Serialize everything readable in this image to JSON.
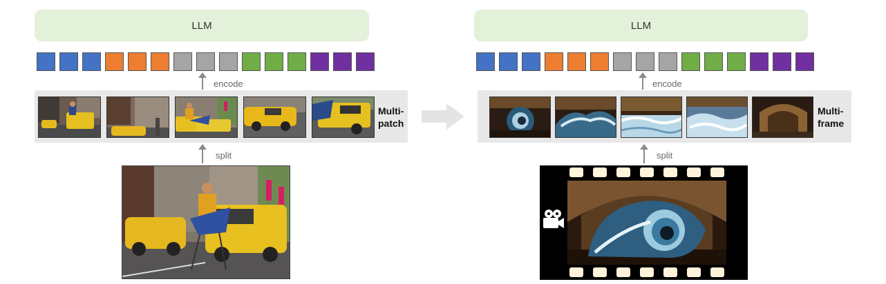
{
  "left": {
    "llm_label": "LLM",
    "encode_label": "encode",
    "split_label": "split",
    "strip_label_line1": "Multi-",
    "strip_label_line2": "patch",
    "tokens": [
      "#4472c4",
      "#4472c4",
      "#4472c4",
      "#ed7d31",
      "#ed7d31",
      "#ed7d31",
      "#a5a5a5",
      "#a5a5a5",
      "#a5a5a5",
      "#70ad47",
      "#70ad47",
      "#70ad47",
      "#7030a0",
      "#7030a0",
      "#7030a0"
    ]
  },
  "right": {
    "llm_label": "LLM",
    "encode_label": "encode",
    "split_label": "split",
    "strip_label_line1": "Multi-",
    "strip_label_line2": "frame",
    "tokens": [
      "#4472c4",
      "#4472c4",
      "#4472c4",
      "#ed7d31",
      "#ed7d31",
      "#ed7d31",
      "#a5a5a5",
      "#a5a5a5",
      "#a5a5a5",
      "#70ad47",
      "#70ad47",
      "#70ad47",
      "#7030a0",
      "#7030a0",
      "#7030a0"
    ],
    "camera_icon": "video-camera-icon"
  },
  "colors": {
    "llm_bg": "#e3f0da",
    "strip_bg": "#e8e8e8",
    "arrow": "#8a8a8a"
  }
}
